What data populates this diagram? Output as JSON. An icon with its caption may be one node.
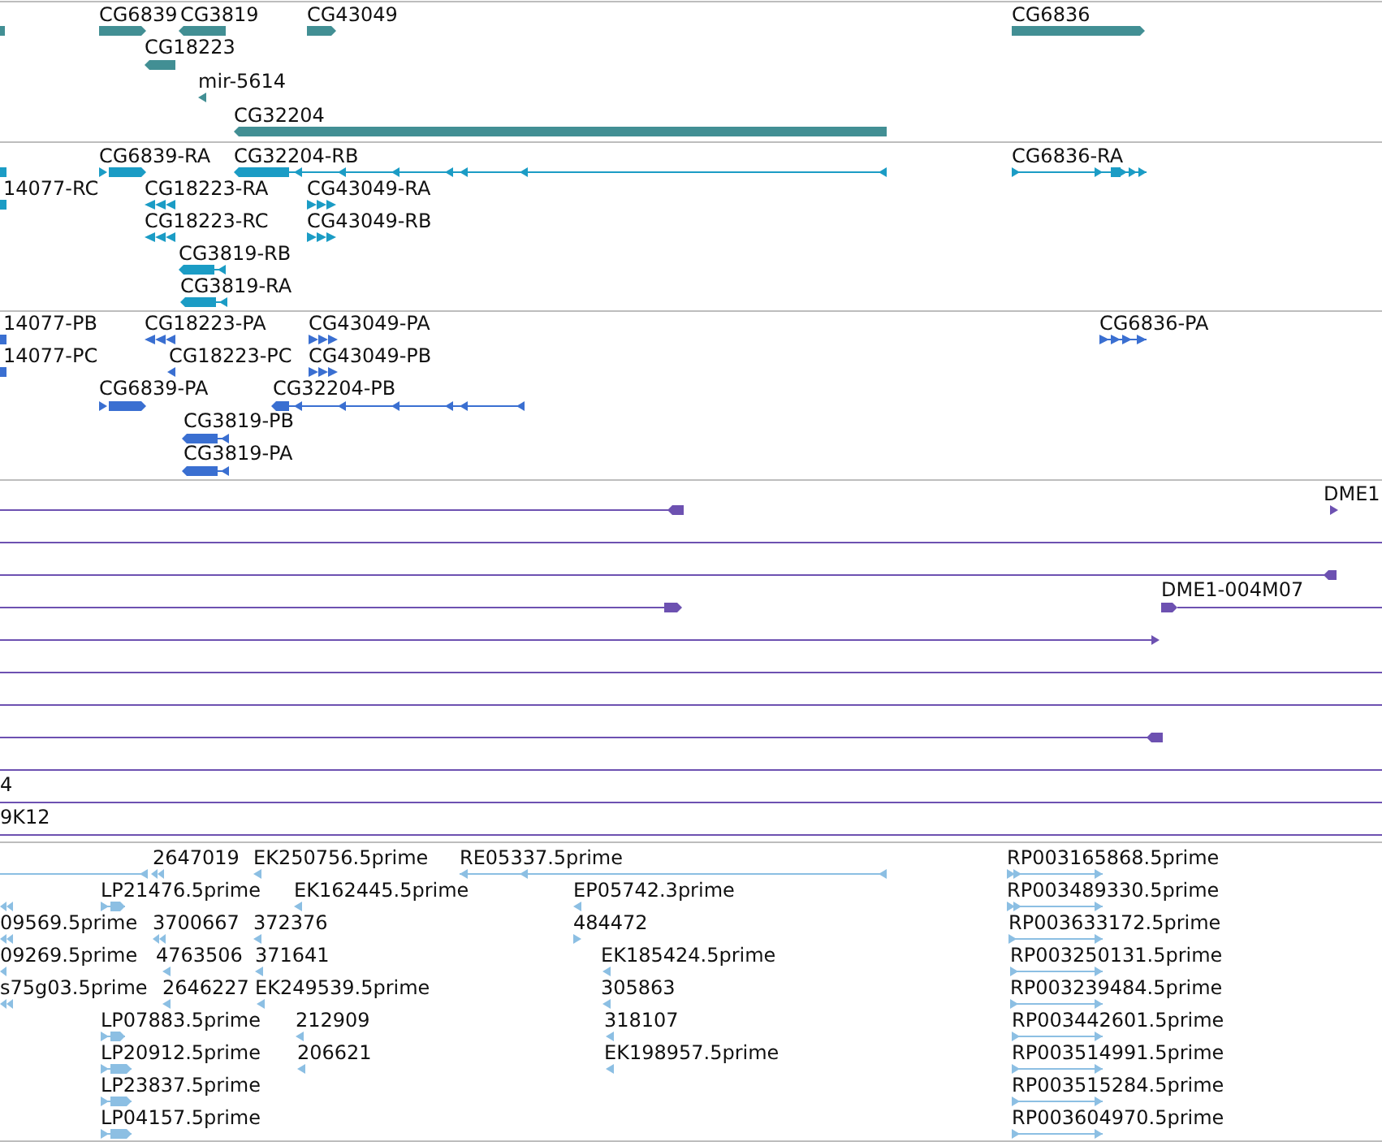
{
  "diagram": {
    "labels": [
      "CG6839",
      "CG3819",
      "CG43049",
      "CG6836",
      "CG18223",
      "mir-5614",
      "CG32204",
      "CG6839-RA",
      "CG32204-RB",
      "CG6836-RA",
      "14077-RC",
      "CG18223-RA",
      "CG43049-RA",
      "CG18223-RC",
      "CG43049-RB",
      "CG3819-RB",
      "CG3819-RA",
      "14077-PB",
      "CG18223-PA",
      "CG43049-PA",
      "CG6836-PA",
      "14077-PC",
      "CG18223-PC",
      "CG43049-PB",
      "CG6839-PA",
      "CG32204-PB",
      "CG3819-PB",
      "CG3819-PA",
      "DME1",
      "DME1-004M07",
      "4",
      "9K12",
      "2647019",
      "EK250756.5prime",
      "RE05337.5prime",
      "RP003165868.5prime",
      "LP21476.5prime",
      "EK162445.5prime",
      "EP05742.3prime",
      "RP003489330.5prime",
      "09569.5prime",
      "3700667",
      "372376",
      "484472",
      "RP003633172.5prime",
      "09269.5prime",
      "4763506",
      "371641",
      "EK185424.5prime",
      "RP003250131.5prime",
      "s75g03.5prime",
      "2646227",
      "EK249539.5prime",
      "305863",
      "RP003239484.5prime",
      "LP07883.5prime",
      "212909",
      "318107",
      "RP003442601.5prime",
      "LP20912.5prime",
      "206621",
      "EK198957.5prime",
      "RP003514991.5prime",
      "LP23837.5prime",
      "RP003515284.5prime",
      "LP04157.5prime",
      "RP003604970.5prime"
    ]
  }
}
